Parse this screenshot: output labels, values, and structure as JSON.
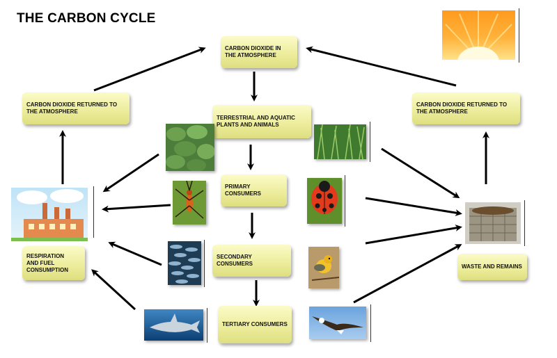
{
  "title": "THE CARBON CYCLE",
  "nodes": {
    "co2_atmosphere": "CARBON DIOXIDE IN THE ATMOSPHERE",
    "co2_returned_left": "CARBON DIOXIDE RETURNED TO THE ATMOSPHERE",
    "co2_returned_right": "CARBON DIOXIDE RETURNED TO THE ATMOSPHERE",
    "plants_animals": "TERRESTRIAL AND AQUATIC PLANTS AND ANIMALS",
    "primary": "PRIMARY CONSUMERS",
    "secondary": "SECONDARY CONSUMERS",
    "tertiary": "TERTIARY CONSUMERS",
    "respiration": "RESPIRATION AND FUEL CONSUMPTION",
    "waste": "WASTE AND REMAINS"
  },
  "images": [
    "sun",
    "leaves",
    "grass",
    "factory",
    "insect",
    "ladybug",
    "fish-school",
    "bird",
    "shark",
    "eagle",
    "compost-bin"
  ]
}
